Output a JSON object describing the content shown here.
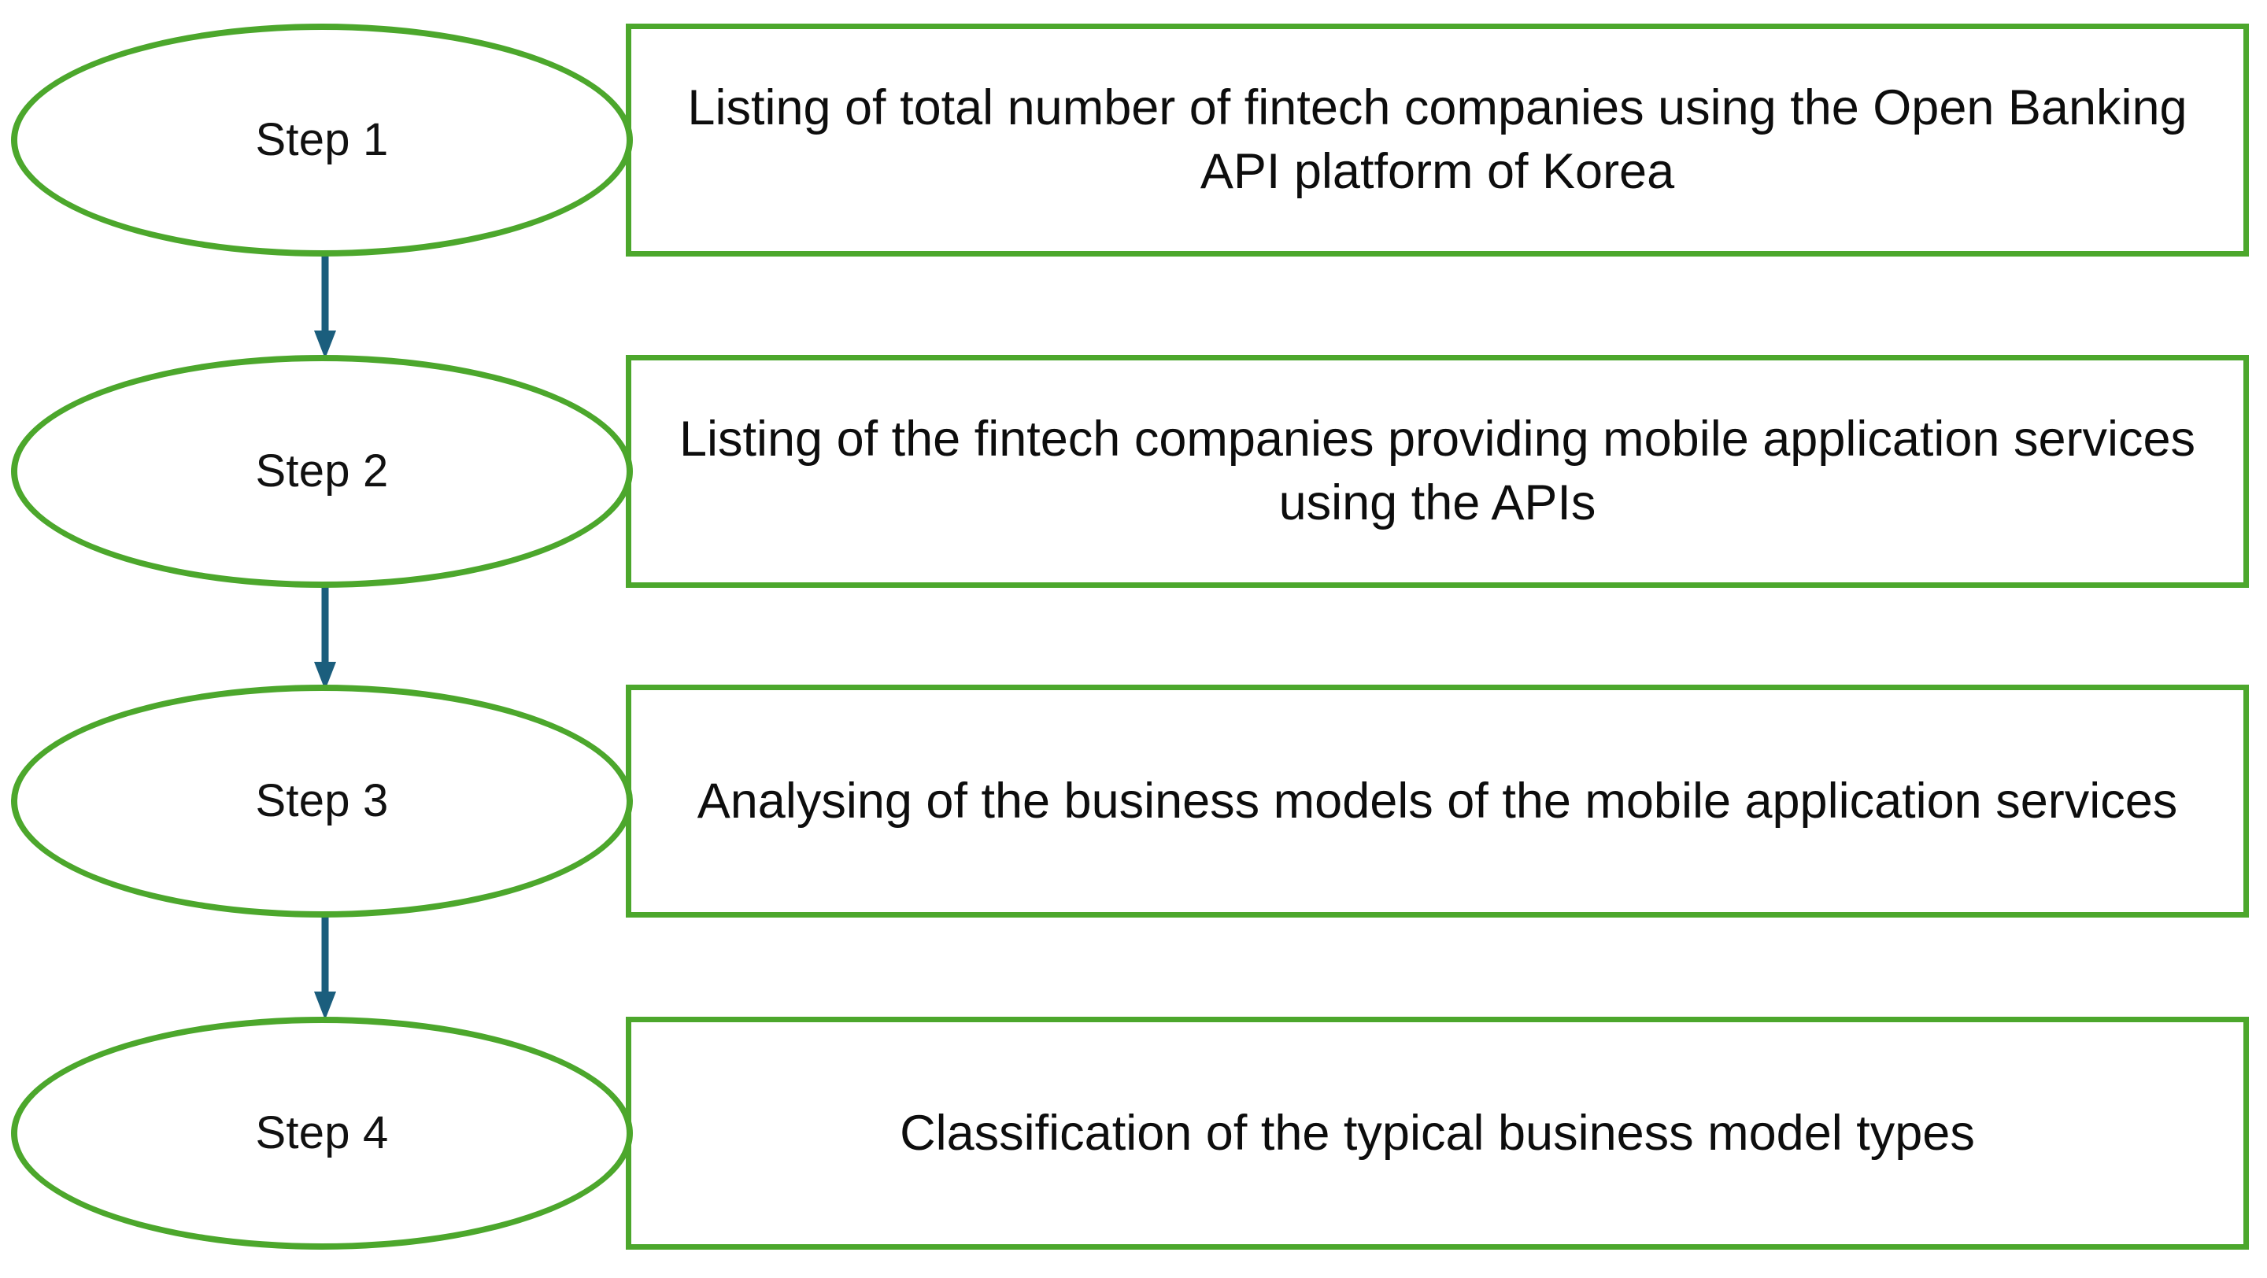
{
  "diagram": {
    "title": "Research methodology step flowchart",
    "background_color": "#ffffff",
    "node_border_color": "#4CA72C",
    "arrow_color": "#1b5e7d",
    "text_color": "#0d0d0d",
    "steps": [
      {
        "label": "Step 1",
        "description": "Listing of total number of fintech companies using the Open Banking API platform of Korea"
      },
      {
        "label": "Step 2",
        "description": "Listing of the fintech companies providing mobile application services using the APIs"
      },
      {
        "label": "Step 3",
        "description": "Analysing of the business models of the mobile application services"
      },
      {
        "label": "Step 4",
        "description": "Classification of the typical business model types"
      }
    ],
    "connectors": [
      {
        "from": "Step 1",
        "to": "Step 2",
        "icon": "down-arrow-icon"
      },
      {
        "from": "Step 2",
        "to": "Step 3",
        "icon": "down-arrow-icon"
      },
      {
        "from": "Step 3",
        "to": "Step 4",
        "icon": "down-arrow-icon"
      }
    ]
  }
}
